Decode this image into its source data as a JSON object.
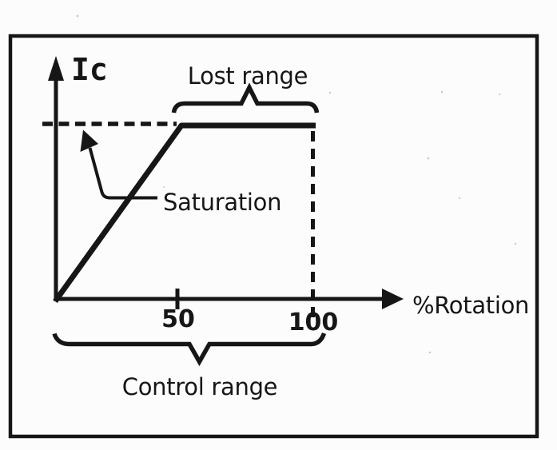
{
  "colors": {
    "ink": "#161616",
    "paper": "#fcfcfc"
  },
  "figure": {
    "y_axis_label": "Ic",
    "x_axis_label": "%Rotation",
    "ticks": {
      "fifty": "50",
      "hundred": "100"
    },
    "annotations": {
      "lost_range": "Lost range",
      "saturation": "Saturation",
      "control_range": "Control range"
    }
  },
  "chart_data": {
    "type": "line",
    "title": "",
    "xlabel": "%Rotation",
    "ylabel": "Ic",
    "x": [
      0,
      50,
      100
    ],
    "series": [
      {
        "name": "Ic",
        "values": [
          0,
          1,
          1
        ]
      }
    ],
    "y_units": "normalized (saturation plateau = 1, no numeric y scale shown)",
    "xticks": [
      "50",
      "100"
    ],
    "xlim": [
      0,
      130
    ],
    "ylim": [
      0,
      1.35
    ],
    "grid": false,
    "legend": "none",
    "line_style": "thick solid; rises linearly from origin, flat plateau from x=50 to x=100",
    "reference_lines": [
      {
        "type": "dashed-horizontal",
        "y": 1,
        "x_span": [
          -5,
          47
        ],
        "meaning": "saturation level"
      },
      {
        "type": "dashed-vertical",
        "x": 100,
        "y_span": [
          0,
          1
        ],
        "meaning": "end of plateau at 100% rotation"
      }
    ],
    "annotations": [
      {
        "label": "Saturation",
        "style": "arrow pointing to saturation level dashed line"
      },
      {
        "label": "Lost range",
        "style": "curly brace above plateau",
        "x_span": [
          50,
          100
        ]
      },
      {
        "label": "Control range",
        "style": "curly brace below x-axis",
        "x_span": [
          0,
          100
        ]
      }
    ]
  }
}
